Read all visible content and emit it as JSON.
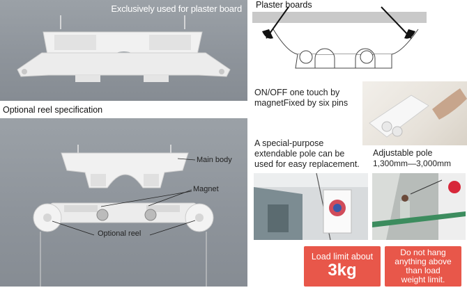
{
  "top_photo": {
    "caption": "Exclusively used for plaster board"
  },
  "diagram": {
    "title": "Plaster boards"
  },
  "optional_reel_title": "Optional reel specification",
  "bottom_photo": {
    "callout_main_body": "Main body",
    "callout_magnet": "Magnet",
    "callout_optional_reel": "Optional reel"
  },
  "features": {
    "onoff_line1": "ON/OFF one touch by",
    "onoff_line2": "magnetFixed by six pins",
    "pole_line1": "A special-purpose",
    "pole_line2": "extendable pole can be",
    "pole_line3": "used for easy replacement.",
    "adjustable_title": "Adjustable pole",
    "adjustable_range": "1,300mm—3,000mm"
  },
  "badges": {
    "load_label": "Load limit about",
    "load_value": "3kg",
    "warning_line1": "Do not hang",
    "warning_line2": "anything above",
    "warning_line3": "than load",
    "warning_line4": "weight limit."
  },
  "colors": {
    "accent_red": "#e8574a",
    "photo_gray": "#8e949b",
    "board_gray": "#c9c9c9"
  }
}
